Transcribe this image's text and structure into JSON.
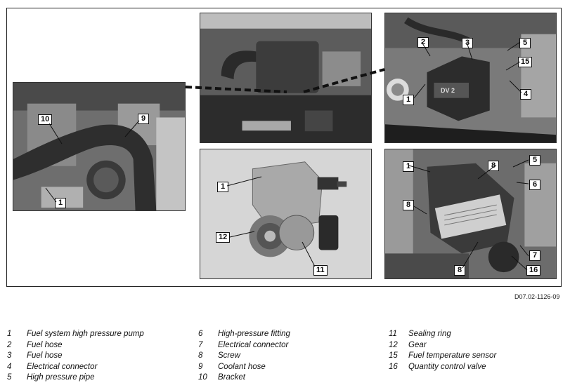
{
  "doc_ref": "D07.02-1126-09",
  "panels": {
    "left": {
      "callouts": [
        "10",
        "9",
        "1"
      ]
    },
    "top_middle": {
      "callouts": []
    },
    "top_right": {
      "callouts": [
        "2",
        "3",
        "5",
        "15",
        "1",
        "4"
      ],
      "stamp": "DV 2"
    },
    "bottom_middle": {
      "callouts": [
        "1",
        "12",
        "11"
      ]
    },
    "bottom_right": {
      "callouts": [
        "1",
        "8",
        "5",
        "6",
        "8",
        "7",
        "8",
        "16"
      ]
    }
  },
  "legend": [
    [
      {
        "num": "1",
        "text": "Fuel system high pressure pump"
      },
      {
        "num": "2",
        "text": "Fuel hose"
      },
      {
        "num": "3",
        "text": "Fuel hose"
      },
      {
        "num": "4",
        "text": "Electrical connector"
      },
      {
        "num": "5",
        "text": "High pressure pipe"
      }
    ],
    [
      {
        "num": "6",
        "text": "High-pressure fitting"
      },
      {
        "num": "7",
        "text": "Electrical connector"
      },
      {
        "num": "8",
        "text": "Screw"
      },
      {
        "num": "9",
        "text": "Coolant hose"
      },
      {
        "num": "10",
        "text": "Bracket"
      }
    ],
    [
      {
        "num": "11",
        "text": "Sealing ring"
      },
      {
        "num": "12",
        "text": "Gear"
      },
      {
        "num": "15",
        "text": "Fuel temperature sensor"
      },
      {
        "num": "16",
        "text": "Quantity control valve"
      }
    ]
  ]
}
